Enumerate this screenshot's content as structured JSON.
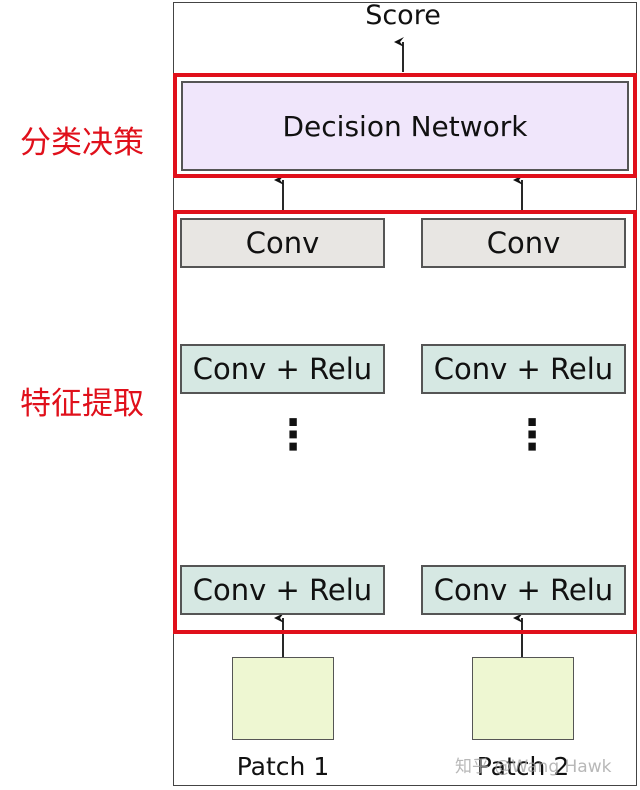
{
  "diagram": {
    "score_label": "Score",
    "decision_label": "Decision Network",
    "stage_labels": {
      "classification": "分类决策",
      "feature_extraction": "特征提取"
    },
    "branches": [
      {
        "top_conv_label": "Conv",
        "relu_label": "Conv + Relu",
        "ellipsis": "⋮",
        "bottom_relu_label": "Conv + Relu",
        "patch_label": "Patch 1"
      },
      {
        "top_conv_label": "Conv",
        "relu_label": "Conv + Relu",
        "ellipsis": "⋮",
        "bottom_relu_label": "Conv + Relu",
        "patch_label": "Patch 2"
      }
    ],
    "watermark": "知乎 @Wang Hawk",
    "colors": {
      "highlight_red": "#e0101b",
      "decision_fill": "#f0e6fb",
      "conv_fill": "#e8e6e3",
      "relu_fill": "#d6e8e3",
      "patch_fill": "#eef7d2",
      "outline": "#555555"
    }
  }
}
